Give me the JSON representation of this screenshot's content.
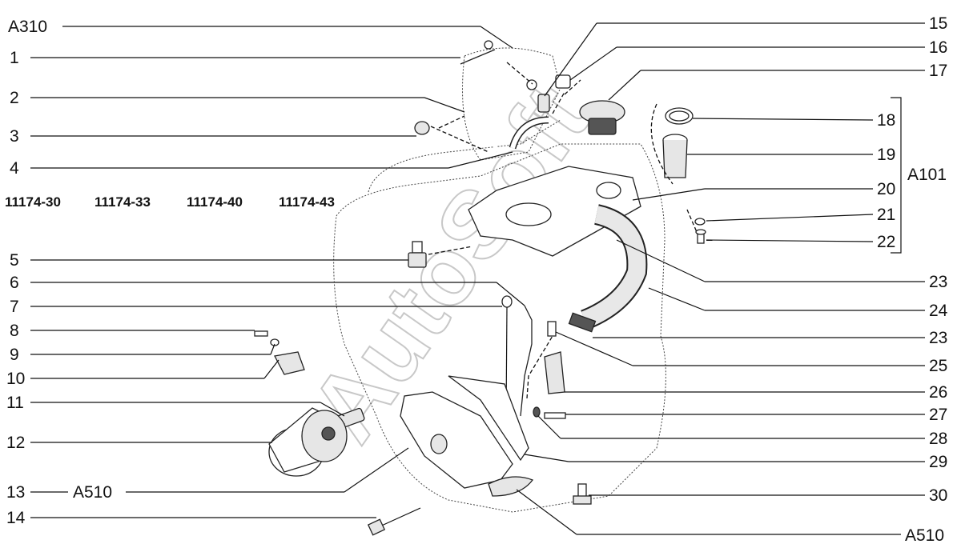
{
  "watermark": "AutoSoft",
  "model_codes": [
    "11174-30",
    "11174-33",
    "11174-40",
    "11174-43"
  ],
  "group_labels": {
    "a310": "A310",
    "a101": "A101",
    "a510_left": "A510",
    "a510_bottom": "A510"
  },
  "callouts_left": [
    "1",
    "2",
    "3",
    "4",
    "5",
    "6",
    "7",
    "8",
    "9",
    "10",
    "11",
    "12",
    "13",
    "14"
  ],
  "callouts_right": [
    "15",
    "16",
    "17",
    "18",
    "19",
    "20",
    "21",
    "22",
    "23",
    "24",
    "23",
    "25",
    "26",
    "27",
    "28",
    "29",
    "30"
  ]
}
